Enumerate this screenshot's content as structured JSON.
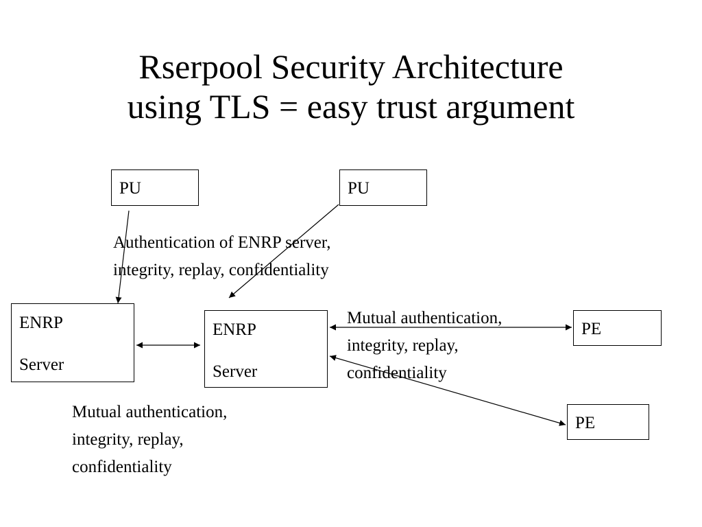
{
  "slide": {
    "title": [
      "Rserpool Security Architecture",
      "using TLS = easy trust argument"
    ]
  },
  "boxes": {
    "pu_left": {
      "label": "PU"
    },
    "pu_right": {
      "label": "PU"
    },
    "enrp_left": {
      "line1": "ENRP",
      "line2": "Server"
    },
    "enrp_center": {
      "line1": "ENRP",
      "line2": "Server"
    },
    "pe_top": {
      "label": "PE"
    },
    "pe_bottom": {
      "label": "PE"
    }
  },
  "captions": {
    "pu_enrp": [
      "Authentication of ENRP server,",
      "integrity, replay, confidentiality"
    ],
    "enrp_enrp": [
      "Mutual authentication,",
      "integrity, replay,",
      "confidentiality"
    ],
    "enrp_pe": [
      "Mutual authentication,",
      "integrity, replay,",
      "confidentiality"
    ]
  }
}
